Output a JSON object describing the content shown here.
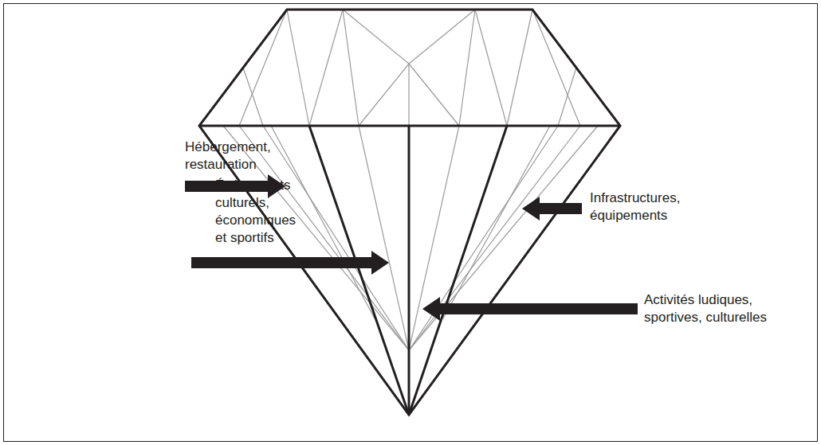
{
  "diagram": {
    "labels": [
      "Hébergement, restauration",
      "Événements culturels, économiques et sportifs",
      "Infrastructures, équipements",
      "Activités ludiques, sportives, culturelles"
    ]
  }
}
